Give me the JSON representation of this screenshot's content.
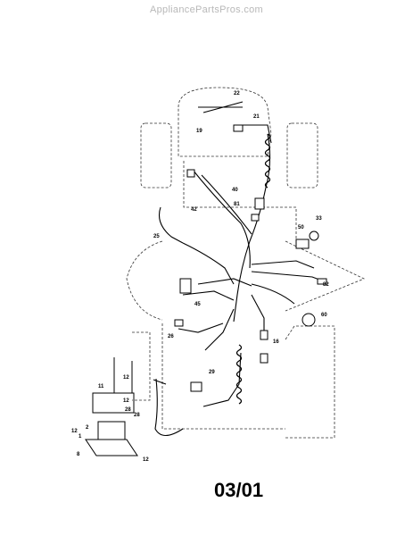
{
  "watermark": "AppliancePartsPros.com",
  "date_code": "03/01",
  "callouts": [
    "22",
    "21",
    "19",
    "40",
    "81",
    "42",
    "33",
    "50",
    "25",
    "60",
    "82",
    "45",
    "26",
    "16",
    "29",
    "11",
    "12",
    "12",
    "2",
    "1",
    "28",
    "28",
    "12",
    "8",
    "12"
  ]
}
